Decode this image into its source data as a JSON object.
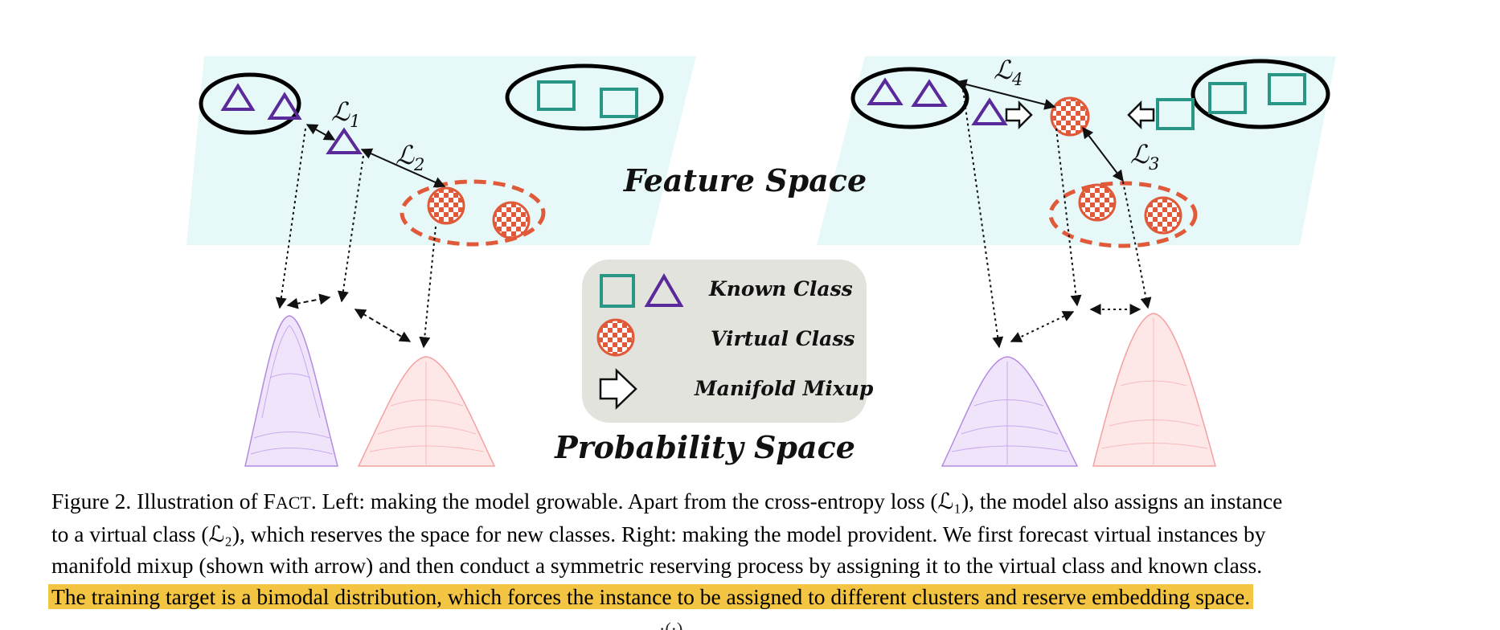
{
  "figure": {
    "feature_space_label": "Feature Space",
    "probability_space_label": "Probability Space",
    "loss_labels": {
      "l1": {
        "base": "ℒ",
        "sub": "1"
      },
      "l2": {
        "base": "ℒ",
        "sub": "2"
      },
      "l3": {
        "base": "ℒ",
        "sub": "3"
      },
      "l4": {
        "base": "ℒ",
        "sub": "4"
      }
    },
    "legend": {
      "known_class": "Known Class",
      "virtual_class": "Virtual Class",
      "manifold_mixup": "Manifold Mixup"
    },
    "colors": {
      "plane": "#e6f8f8",
      "known_square": "#2a9686",
      "known_triangle": "#5a2a9a",
      "virtual": "#e05a3a",
      "legend_bg": "#e3e3dd",
      "purple_surface": "#b48be0",
      "red_surface": "#f5a0a0"
    }
  },
  "caption": {
    "line1_prefix": "Figure 2. Illustration of F",
    "line1_smallcaps": "ACT",
    "line1_rest": ". Left: making the model growable. Apart from the cross-entropy loss (ℒ₁), the model also assigns an instance",
    "line2": "to a virtual class (ℒ₂), which reserves the space for new classes. Right: making the model provident. We first forecast virtual instances by",
    "line3": "manifold mixup (shown with arrow) and then conduct a symmetric reserving process by assigning it to the virtual class and known class.",
    "line4_highlighted": "The training target is a bimodal distribution, which forces the instance to be assigned to different clusters and reserve embedding space."
  },
  "bottom_fragment": "·(·)"
}
